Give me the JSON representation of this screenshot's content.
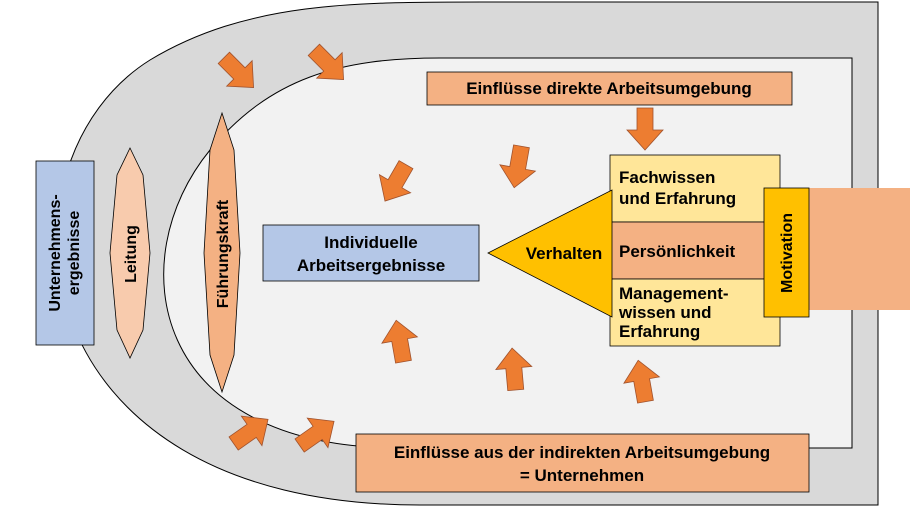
{
  "colors": {
    "outer_fill": "#d9d9d9",
    "inner_fill": "#f2f2f2",
    "salmon": "#f4b183",
    "arrow_orange": "#ed7d31",
    "blue_box": "#b4c7e7",
    "yellow_light": "#ffe699",
    "yellow_dark": "#ffc000",
    "stroke": "#000000"
  },
  "labels": {
    "direct_env": "Einflüsse direkte Arbeitsumgebung",
    "indirect_env_line1": "Einflüsse aus der indirekten Arbeitsumgebung",
    "indirect_env_line2": "= Unternehmen",
    "company_results_line1": "Unternehmens-",
    "company_results_line2": "ergebnisse",
    "leadership": "Leitung",
    "leadership_force": "Führungskraft",
    "individual_line1": "Individuelle",
    "individual_line2": "Arbeitsergebnisse",
    "behavior": "Verhalten",
    "expertise_line1": "Fachwissen",
    "expertise_line2": "und Erfahrung",
    "personality": "Persönlichkeit",
    "management_line1": "Management-",
    "management_line2": "wissen und",
    "management_line3": "Erfahrung",
    "motivation": "Motivation"
  }
}
